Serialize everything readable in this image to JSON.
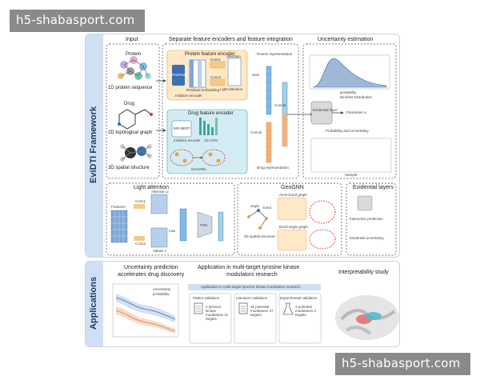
{
  "watermark": {
    "text": "h5-shabasport.com"
  },
  "framework": {
    "side_label": "EviDTI Framework",
    "input_title": "Input",
    "protein_label": "Protein",
    "protein_seq_label": "1D protein sequence",
    "drug_label": "Drug",
    "topo_label": "2D topological graph",
    "spatial_label": "3D spatial structure",
    "encoders_title": "Separate feature encoders and feature integration",
    "protein_encoder_title": "Protein feature encoder",
    "prottrans": "ProtTrans",
    "conv1": "Conv1",
    "conv2": "Conv2",
    "attention": "Attention",
    "light_attention_small": "Light attention",
    "init_encoder": "Initialize encoder",
    "residual_embedding": "Residual embedding",
    "protein_repr": "Protein representation",
    "sum": "Sum",
    "concat": "Concat",
    "drug_encoder_title": "Drug feature encoder",
    "mgbert": "MG-BERT",
    "cnn_1d": "1D CNN",
    "geognn_small": "GeoGNN",
    "drug_repr": "Drug representation",
    "uncertainty_title": "Uncertainty estimation",
    "dirichlet": "Dirichlet Distribution",
    "evidential_layer": "Evidential layer",
    "parameter": "Parameter α",
    "prob_uncert": "Probability and Uncertainty",
    "probability_axis": "probability",
    "sample_axis": "Sample",
    "light_attention_title": "Light attention",
    "features_label": "Features",
    "attention_alpha": "Attention α",
    "values_v": "Values v",
    "max": "max",
    "fnn": "FNN",
    "geognn_title": "GeoGNN",
    "angle": "angle",
    "bond": "bond",
    "atom_bond_graph": "Atom-bond graph",
    "bond_angle_graph": "Bond-angle graph",
    "spatial_structure_small": "3D spatial structure",
    "evidential_layers_title": "Evidential layers",
    "interaction_prediction": "Interaction prediction",
    "evidential_uncertainty": "Evidential uncertainty"
  },
  "applications": {
    "side_label": "Applications",
    "uncertainty_title_1": "Uncertainty prediction",
    "uncertainty_title_2": "accelerates drug discovery",
    "legend_uncertainty": "uncertainty",
    "legend_probability": "probability",
    "multi_target_title_1": "Application in multi-target tyrosine kinase",
    "multi_target_title_2": "modulators research",
    "research_bar": "Application in multi-target tyrosine kinase modulators research.",
    "patent_validation": "Patent validation",
    "patent_desc": "2 tyrosine kinase modulators 11 targets",
    "literature_validation": "Literature validation",
    "literature_desc": "31 potential modulators 47 targets",
    "experimental_validation": "Experimental validation",
    "experimental_desc": "2 potential modulators 2 targets",
    "interpretability_title": "Interpretability study"
  },
  "colors": {
    "panel_border": "#c9d4e3",
    "side_band": "#cfe0f3",
    "protein_box": "#fde8c8",
    "drug_box": "#d3ecf3",
    "blue": "#3a6fb0",
    "orange": "#e8a33d",
    "teal": "#3aa7a0"
  }
}
